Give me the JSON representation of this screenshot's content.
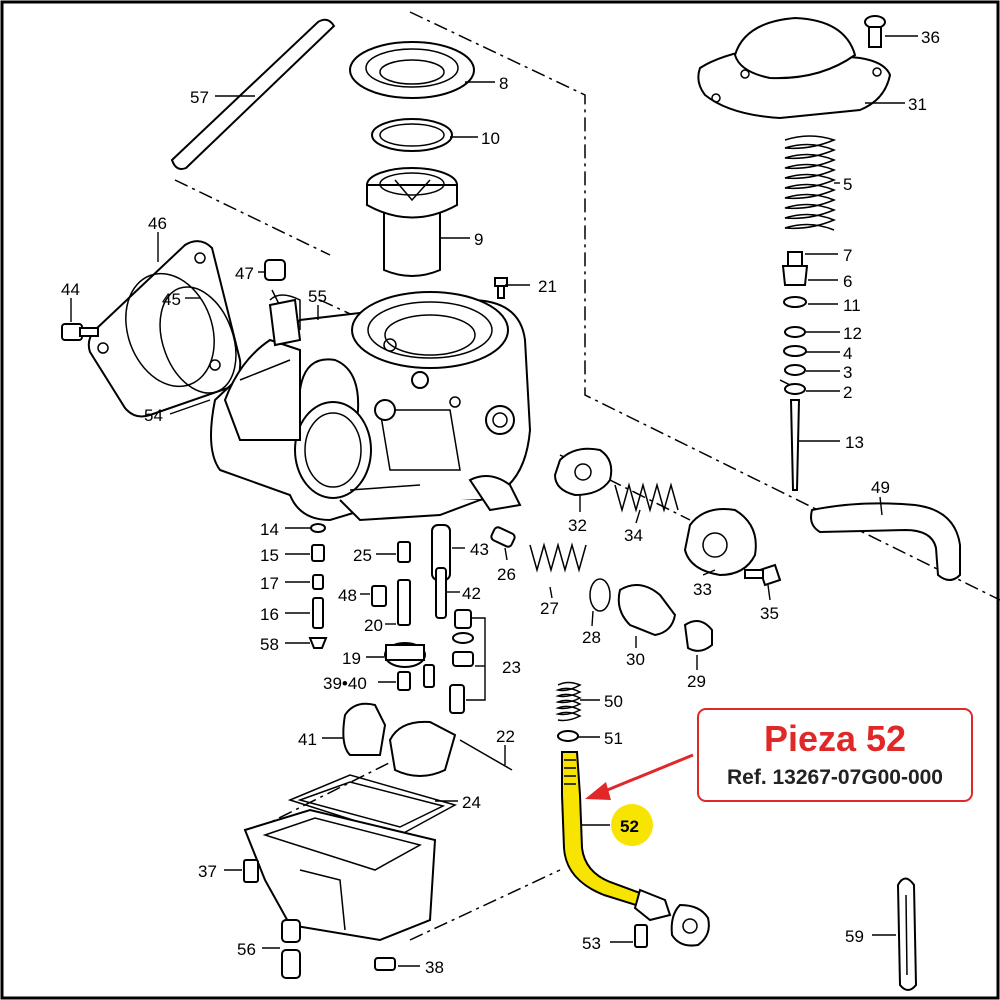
{
  "diagram": {
    "labels": {
      "p57": "57",
      "p8": "8",
      "p10": "10",
      "p9": "9",
      "p36": "36",
      "p31": "31",
      "p5": "5",
      "p7": "7",
      "p6": "6",
      "p11": "11",
      "p12": "12",
      "p4": "4",
      "p3": "3",
      "p2": "2",
      "p13": "13",
      "p49": "49",
      "p46": "46",
      "p44": "44",
      "p45": "45",
      "p47": "47",
      "p55": "55",
      "p21": "21",
      "p54": "54",
      "p32": "32",
      "p34": "34",
      "p33": "33",
      "p35": "35",
      "p14": "14",
      "p15": "15",
      "p17": "17",
      "p16": "16",
      "p58": "58",
      "p25": "25",
      "p43": "43",
      "p26": "26",
      "p48": "48",
      "p42": "42",
      "p20": "20",
      "p19": "19",
      "p23": "23",
      "p27": "27",
      "p28": "28",
      "p30": "30",
      "p29": "29",
      "p39_40": "39•40",
      "p50": "50",
      "p51": "51",
      "p41": "41",
      "p22": "22",
      "p24": "24",
      "p37": "37",
      "p56": "56",
      "p38": "38",
      "p53": "53",
      "p59": "59",
      "p52": "52"
    }
  },
  "callout": {
    "title": "Pieza 52",
    "reference": "Ref. 13267-07G00-000",
    "border_color": "#e02828",
    "highlight_color": "#f7e400"
  }
}
